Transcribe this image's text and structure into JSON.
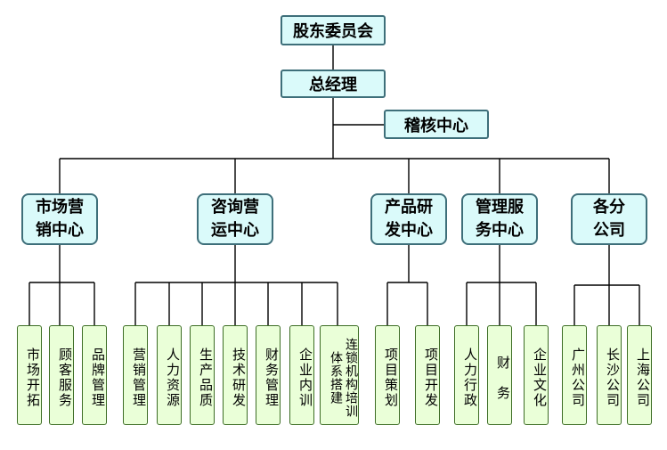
{
  "org": {
    "board": "股东委员会",
    "gm": "总经理",
    "audit": "稽核中心",
    "departments": [
      {
        "name": "市场营\n销中心",
        "units": [
          "市场开拓",
          "顾客服务",
          "品牌管理"
        ]
      },
      {
        "name": "咨询营\n运中心",
        "units": [
          "营销管理",
          "人力资源",
          "生产品质",
          "技术研发",
          "财务管理",
          "企业内训",
          "连锁机构培训体系搭建"
        ]
      },
      {
        "name": "产品研\n发中心",
        "units": [
          "项目策划",
          "项目开发"
        ]
      },
      {
        "name": "管理服\n务中心",
        "units": [
          "人力行政",
          "财　务",
          "企业文化"
        ]
      },
      {
        "name": "各分\n公司",
        "units": [
          "广州公司",
          "长沙公司",
          "上海公司"
        ]
      }
    ]
  }
}
